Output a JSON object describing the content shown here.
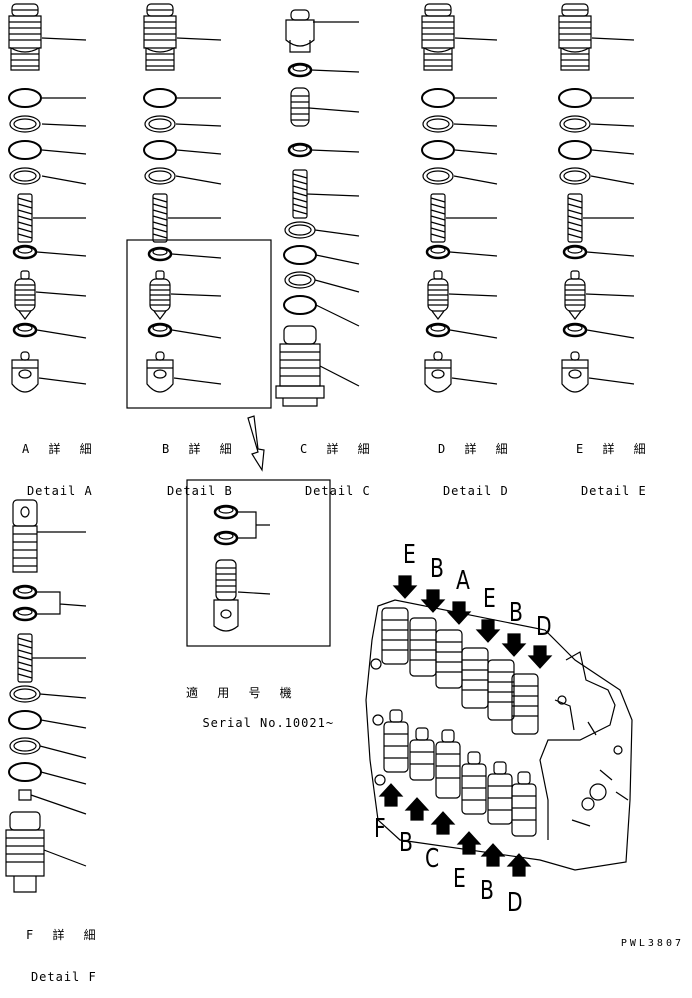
{
  "details": [
    {
      "id": "A",
      "ja": "A 詳 細",
      "en": "Detail A"
    },
    {
      "id": "B",
      "ja": "B 詳 細",
      "en": "Detail B"
    },
    {
      "id": "C",
      "ja": "C 詳 細",
      "en": "Detail C"
    },
    {
      "id": "D",
      "ja": "D 詳 細",
      "en": "Detail D"
    },
    {
      "id": "E",
      "ja": "E 詳 細",
      "en": "Detail E"
    },
    {
      "id": "F",
      "ja": "F 詳 細",
      "en": "Detail F"
    }
  ],
  "serial": {
    "ja": "適 用 号 機",
    "en": "Serial No.10021~"
  },
  "top_letters": [
    "E",
    "B",
    "A",
    "E",
    "B",
    "D"
  ],
  "bottom_letters": [
    "F",
    "B",
    "C",
    "E",
    "B",
    "D"
  ],
  "drawing_code": "PWL3807"
}
